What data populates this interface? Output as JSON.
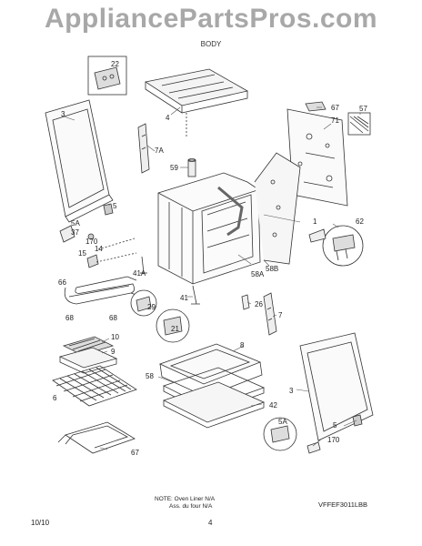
{
  "watermark": "AppliancePartsPros.com",
  "section_title": "BODY",
  "callouts": {
    "c3a": "3",
    "c22": "22",
    "c4": "4",
    "c67a": "67",
    "c71": "71",
    "c57": "57",
    "c7a": "7A",
    "c59": "59",
    "c5a": "5",
    "c5Aa": "5A",
    "c37": "37",
    "c170a": "170",
    "c15": "15",
    "c14": "14",
    "c1": "1",
    "c62": "62",
    "c41A": "41A",
    "c66": "66",
    "c58A": "58A",
    "c58B": "58B",
    "c41": "41",
    "c29": "29",
    "c21": "21",
    "c26": "26",
    "c7b": "7",
    "c68a": "68",
    "c68b": "68",
    "c10": "10",
    "c9": "9",
    "c8": "8",
    "c58": "58",
    "c6": "6",
    "c42": "42",
    "c3b": "3",
    "c5Ab": "5A",
    "c5b": "5",
    "c170b": "170",
    "c67b": "67"
  },
  "note": {
    "line1": "NOTE: Oven Liner N/A",
    "line2": "Ass. du four N/A"
  },
  "model_code": "VFFEF3011LBB",
  "footer": {
    "date": "10/10",
    "page": "4"
  }
}
